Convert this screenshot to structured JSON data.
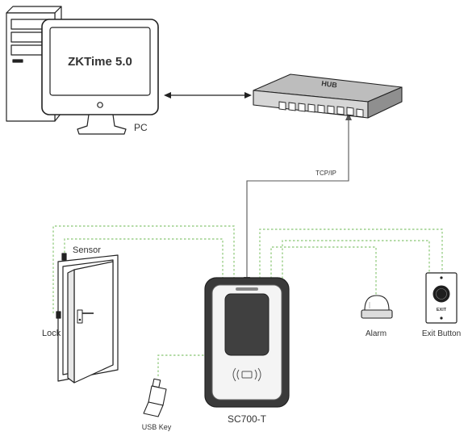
{
  "pc": {
    "screen_text": "ZKTime 5.0",
    "label": "PC"
  },
  "hub": {
    "label": "HUB"
  },
  "links": {
    "network": "TCP/IP"
  },
  "device": {
    "label": "SC700-T"
  },
  "peripherals": {
    "sensor": "Sensor",
    "lock": "Lock",
    "usb_key": "USB Key",
    "alarm": "Alarm",
    "exit_button": "Exit Button",
    "exit_button_text": "EXIT"
  },
  "colors": {
    "wire": "#9ccf8a",
    "line": "#222222",
    "network": "#555555"
  }
}
